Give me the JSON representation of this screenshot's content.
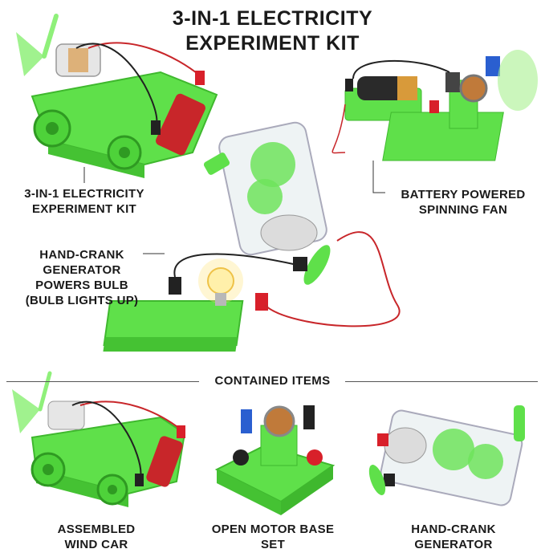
{
  "header": {
    "title_line1": "3-IN-1 ELECTRICITY",
    "title_line2": "EXPERIMENT KIT"
  },
  "callouts": {
    "kit_line1": "3-IN-1 ELECTRICITY",
    "kit_line2": "EXPERIMENT KIT",
    "fan_line1": "BATTERY POWERED",
    "fan_line2": "SPINNING FAN",
    "crank_line1": "HAND-CRANK",
    "crank_line2": "GENERATOR",
    "crank_line3": "POWERS BULB",
    "crank_line4": "(BULB LIGHTS UP)"
  },
  "contained": {
    "heading": "CONTAINED ITEMS",
    "items": [
      {
        "line1": "ASSEMBLED",
        "line2": "WIND CAR"
      },
      {
        "line1": "OPEN MOTOR BASE",
        "line2": "SET"
      },
      {
        "line1": "HAND-CRANK",
        "line2": "GENERATOR"
      }
    ]
  },
  "colors": {
    "plastic_green": "#5fe04a",
    "dark_green": "#3fb82e",
    "wire_red": "#c8262a",
    "terminal_red": "#d8202a",
    "terminal_black": "#222222",
    "battery": "#2a2a2a"
  }
}
